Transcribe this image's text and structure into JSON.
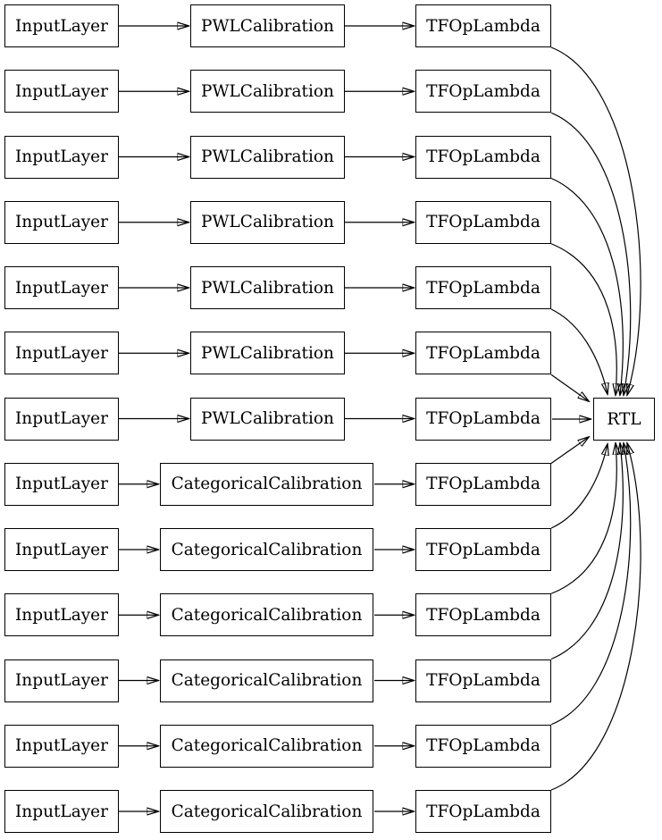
{
  "diagram": {
    "rows": [
      {
        "input": "InputLayer",
        "calibration": "PWLCalibration",
        "op": "TFOpLambda"
      },
      {
        "input": "InputLayer",
        "calibration": "PWLCalibration",
        "op": "TFOpLambda"
      },
      {
        "input": "InputLayer",
        "calibration": "PWLCalibration",
        "op": "TFOpLambda"
      },
      {
        "input": "InputLayer",
        "calibration": "PWLCalibration",
        "op": "TFOpLambda"
      },
      {
        "input": "InputLayer",
        "calibration": "PWLCalibration",
        "op": "TFOpLambda"
      },
      {
        "input": "InputLayer",
        "calibration": "PWLCalibration",
        "op": "TFOpLambda"
      },
      {
        "input": "InputLayer",
        "calibration": "PWLCalibration",
        "op": "TFOpLambda"
      },
      {
        "input": "InputLayer",
        "calibration": "CategoricalCalibration",
        "op": "TFOpLambda"
      },
      {
        "input": "InputLayer",
        "calibration": "CategoricalCalibration",
        "op": "TFOpLambda"
      },
      {
        "input": "InputLayer",
        "calibration": "CategoricalCalibration",
        "op": "TFOpLambda"
      },
      {
        "input": "InputLayer",
        "calibration": "CategoricalCalibration",
        "op": "TFOpLambda"
      },
      {
        "input": "InputLayer",
        "calibration": "CategoricalCalibration",
        "op": "TFOpLambda"
      },
      {
        "input": "InputLayer",
        "calibration": "CategoricalCalibration",
        "op": "TFOpLambda"
      }
    ],
    "output_label": "RTL",
    "colors": {
      "node_border": "#000000",
      "node_fill": "#ffffff",
      "edge": "#000000",
      "background": "#ffffff"
    }
  }
}
